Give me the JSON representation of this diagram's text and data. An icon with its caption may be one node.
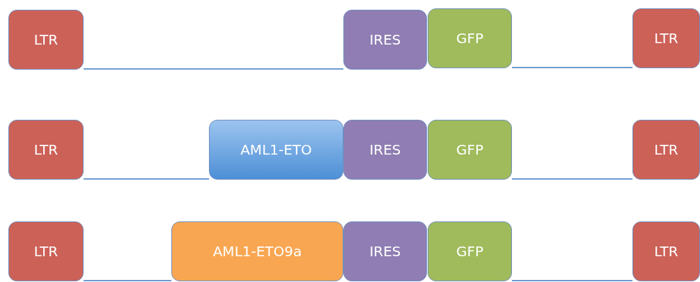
{
  "diagram": {
    "nodes": [
      {
        "text": [
          "LTR"
        ]
      },
      {
        "text": [
          "IRES"
        ]
      },
      {
        "text": [
          "GFP"
        ]
      },
      {
        "text": [
          "LTR"
        ]
      },
      {
        "text": [
          "LTR"
        ]
      },
      {
        "text": [
          "AML1-ETO"
        ]
      },
      {
        "text": [
          "IRES"
        ]
      },
      {
        "text": [
          "GFP"
        ]
      },
      {
        "text": [
          "LTR"
        ]
      },
      {
        "text": [
          "LTR"
        ]
      },
      {
        "text": [
          "AML1-ETO9a"
        ]
      },
      {
        "text": [
          "IRES"
        ]
      },
      {
        "text": [
          "GFP"
        ]
      },
      {
        "text": [
          "LTR"
        ]
      }
    ],
    "edges": [
      {
        "from": 0,
        "to": 1,
        "arrow": "none"
      },
      {
        "from": 2,
        "to": 3,
        "arrow": "none"
      },
      {
        "from": 4,
        "to": 5,
        "arrow": "none"
      },
      {
        "from": 7,
        "to": 8,
        "arrow": "none"
      },
      {
        "from": 9,
        "to": 10,
        "arrow": "none"
      },
      {
        "from": 12,
        "to": 13,
        "arrow": "none"
      }
    ]
  }
}
